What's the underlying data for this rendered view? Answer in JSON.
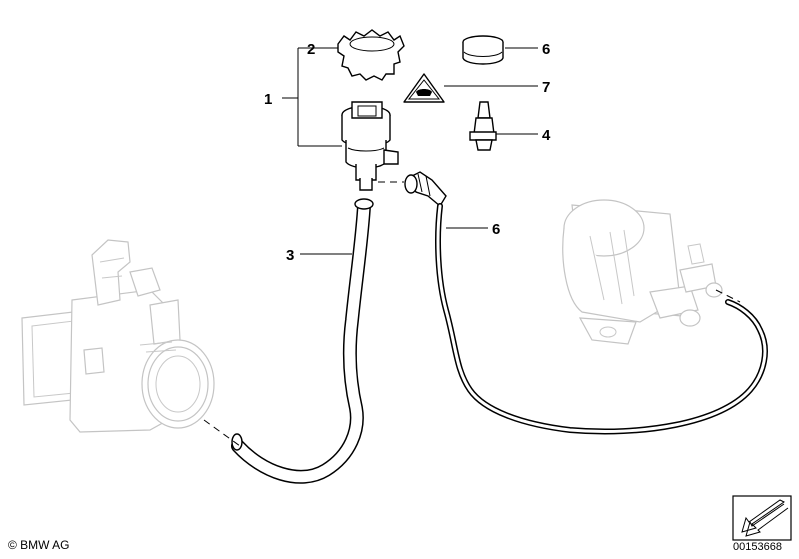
{
  "callouts": {
    "c1": "1",
    "c2": "2",
    "c3": "3",
    "c4": "4",
    "c6_top": "6",
    "c6_hose": "6",
    "c7": "7"
  },
  "footer": {
    "copyright": "© BMW AG",
    "diagram_number": "00153668"
  },
  "icons": {
    "warning": "warning-triangle-icon",
    "navigation": "arrow-corner-icon"
  }
}
